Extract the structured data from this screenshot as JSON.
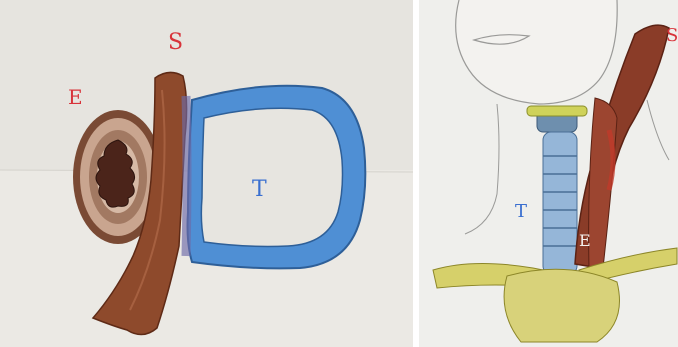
{
  "left_panel": {
    "labels": {
      "esophagus": "E",
      "muscle": "S",
      "trachea": "T"
    },
    "colors": {
      "esophagus": "#8b5a3c",
      "muscle": "#8b3a22",
      "trachea": "#4a90d6",
      "paper": "#e8e6e1",
      "label_red": "#d8333a",
      "label_blue": "#3a6fd0"
    }
  },
  "right_panel": {
    "labels": {
      "muscle_top": "S",
      "trachea": "T",
      "esophagus": "E"
    },
    "colors": {
      "muscle": "#7a3322",
      "muscle_highlight": "#c0392b",
      "trachea": "#8aaed6",
      "bone": "#d8d26a",
      "paper": "#efefec"
    }
  }
}
